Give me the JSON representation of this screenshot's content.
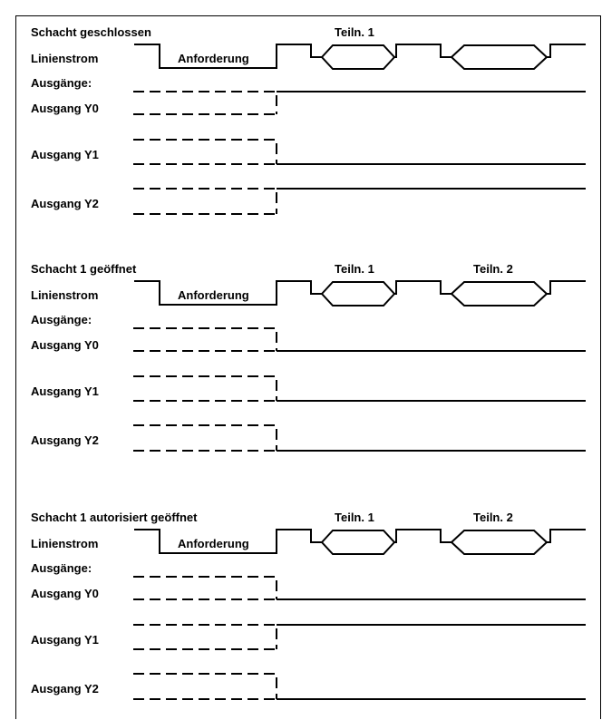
{
  "sections": [
    {
      "title": "Schacht geschlossen",
      "line_label": "Linienstrom",
      "request_label": "Anforderung",
      "outputs_label": "Ausgänge:",
      "participants": [
        "Teiln. 1",
        ""
      ],
      "outputs": [
        {
          "label": "Ausgang Y0",
          "state": "high"
        },
        {
          "label": "Ausgang Y1",
          "state": "low"
        },
        {
          "label": "Ausgang Y2",
          "state": "high"
        }
      ]
    },
    {
      "title": "Schacht 1 geöffnet",
      "line_label": "Linienstrom",
      "request_label": "Anforderung",
      "outputs_label": "Ausgänge:",
      "participants": [
        "Teiln. 1",
        "Teiln. 2"
      ],
      "outputs": [
        {
          "label": "Ausgang Y0",
          "state": "low"
        },
        {
          "label": "Ausgang Y1",
          "state": "low"
        },
        {
          "label": "Ausgang Y2",
          "state": "low"
        }
      ]
    },
    {
      "title": "Schacht 1 autorisiert geöffnet",
      "line_label": "Linienstrom",
      "request_label": "Anforderung",
      "outputs_label": "Ausgänge:",
      "participants": [
        "Teiln. 1",
        "Teiln. 2"
      ],
      "outputs": [
        {
          "label": "Ausgang Y0",
          "state": "low"
        },
        {
          "label": "Ausgang Y1",
          "state": "high"
        },
        {
          "label": "Ausgang Y2",
          "state": "low"
        }
      ]
    }
  ]
}
